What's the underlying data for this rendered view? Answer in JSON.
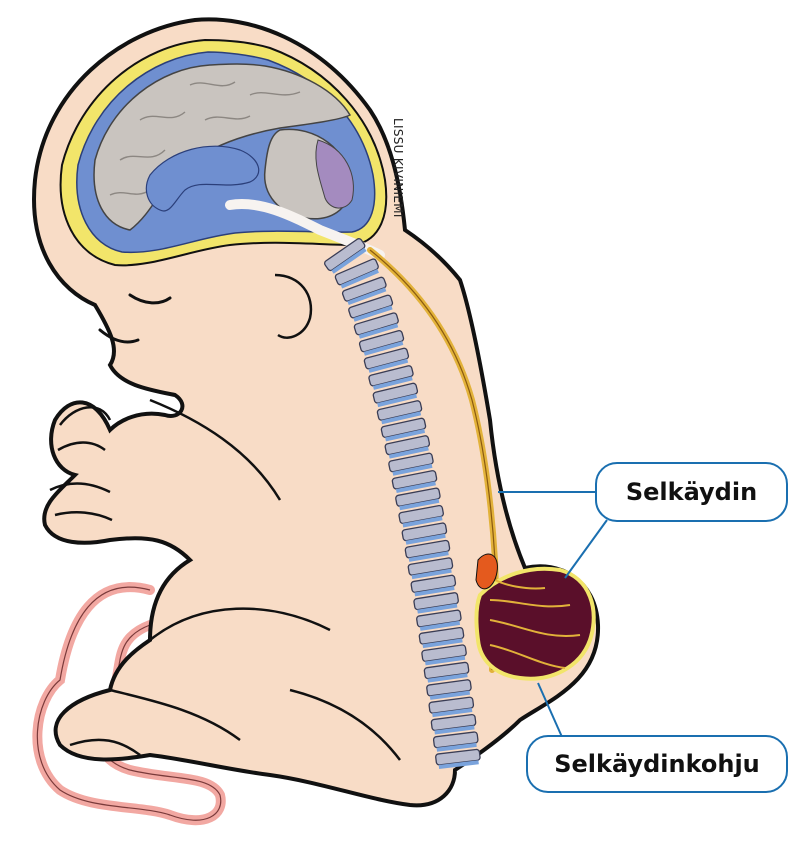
{
  "diagram": {
    "credit": "LISSU KIVINIEMI",
    "labels": {
      "spinal_cord": "Selkäydin",
      "myelomeningocele": "Selkäydinkohju"
    },
    "colors": {
      "skin": "#f8dcc6",
      "outline": "#111111",
      "brain": "#c9c4bf",
      "csf": "#6f8fd0",
      "membrane": "#f2e56a",
      "vertebra": "#b9bccf",
      "disc": "#7aa3dc",
      "sac": "#5a0f2a",
      "cerebellum": "#a48bbf",
      "cord": "#e2b23a",
      "umbilical": "#f2a8a2",
      "callout": "#1a6fb0"
    }
  }
}
